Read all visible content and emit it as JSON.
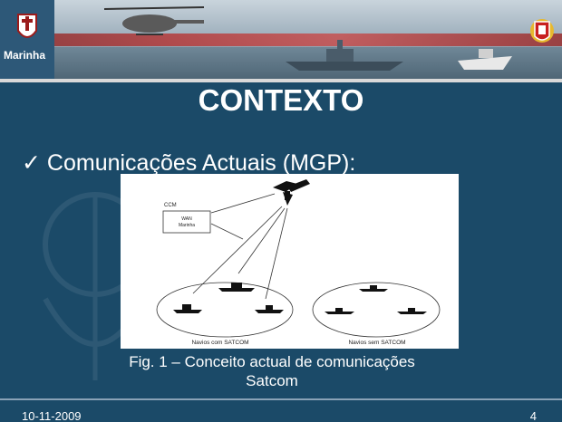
{
  "header": {
    "logo_text": "Marinha"
  },
  "slide": {
    "title": "CONTEXTO",
    "bullet": "Comunicações Actuais (MGP):",
    "diagram": {
      "ccm_label": "CCM",
      "wan_line1": "WAN",
      "wan_line2": "Marinha",
      "group1_label": "Navios com SATCOM",
      "group2_label": "Navios sem SATCOM"
    },
    "caption_line1": "Fig. 1 – Conceito actual de comunicações",
    "caption_line2": "Satcom"
  },
  "footer": {
    "date": "10-11-2009",
    "page": "4"
  },
  "colors": {
    "background": "#1b4a68",
    "text": "#ffffff",
    "banner_red": "#b43a3a"
  }
}
